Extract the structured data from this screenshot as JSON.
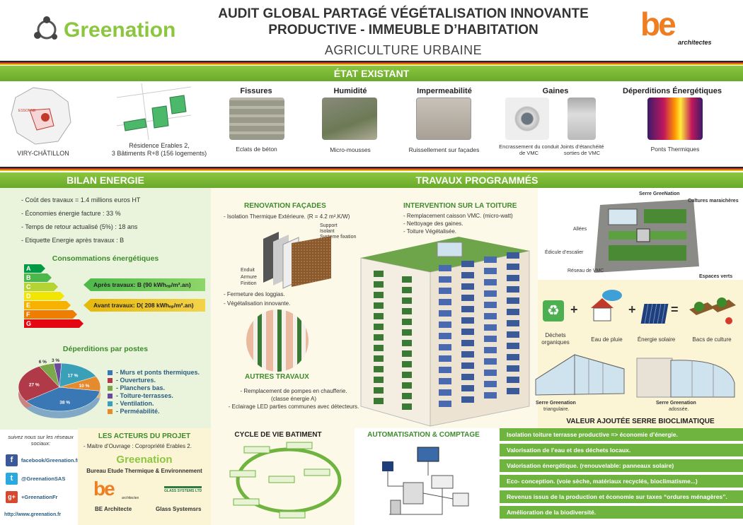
{
  "header": {
    "title_line1": "AUDIT GLOBAL PARTAGÉ VÉGÉTALISATION INNOVANTE",
    "title_line2": "PRODUCTIVE - IMMEUBLE D’HABITATION",
    "subtitle": "AGRICULTURE URBAINE",
    "left_logo": "Greenation",
    "right_logo_big": "be",
    "right_logo_small": "architectes"
  },
  "etat": {
    "title": "ÉTAT EXISTANT",
    "map_label": "VIRY-CHÂTILLON",
    "residence_line1": "Résidence Erables 2,",
    "residence_line2": "3 Bâtiments R+8 (156 logements)",
    "items": [
      {
        "title": "Fissures",
        "caption": "Eclats de béton"
      },
      {
        "title": "Humidité",
        "caption": "Micro-mousses"
      },
      {
        "title": "Impermeabilité",
        "caption": "Ruissellement sur façades"
      },
      {
        "title": "Gaines",
        "caption1": "Encrassement du conduit de VMC",
        "caption2": "Joints d’étanchéité sorties de VMC"
      },
      {
        "title": "Déperditions Énergétiques",
        "caption": "Ponts Thermiques"
      }
    ]
  },
  "bilan": {
    "title": "BILAN ENERGIE",
    "bullets": [
      "- Coût des travaux = 1.4 millions euros HT",
      "- Économies énergie facture : 33 %",
      "- Temps de retour actualisé (5%) : 18 ans",
      "- Etiquette Energie après travaux : B"
    ],
    "conso_title": "Consommations énergétiques",
    "letters": [
      "A",
      "B",
      "C",
      "D",
      "E",
      "F",
      "G"
    ],
    "letter_colors": [
      "#009a44",
      "#4cb849",
      "#b5d334",
      "#f2e500",
      "#f7b100",
      "#ef7d00",
      "#e30613"
    ],
    "apres": "Après travaux: B (90 kWhₑₚ/m².an)",
    "avant": "Avant travaux: D( 208 kWhₑₚ/m².an)",
    "deperd_title": "Déperditions par postes",
    "legend": [
      "Murs et ponts thermiques.",
      "Ouvertures.",
      "Planchers bas.",
      "Toiture-terrasses.",
      "Ventilation.",
      "Perméabilité."
    ]
  },
  "chart_data": {
    "type": "pie",
    "title": "Déperditions par postes",
    "categories": [
      "Murs et ponts thermiques.",
      "Ouvertures.",
      "Planchers bas.",
      "Toiture-terrasses.",
      "Ventilation.",
      "Perméabilité."
    ],
    "values": [
      38,
      27,
      6,
      3,
      17,
      10
    ],
    "value_labels": [
      "38 %",
      "27 %",
      "6 %",
      "3 %",
      "17 %",
      "10 %"
    ],
    "colors": [
      "#3a78b5",
      "#b03a48",
      "#7aa84a",
      "#6a4a9a",
      "#3aa0b8",
      "#e68a2e"
    ]
  },
  "travaux": {
    "title": "TRAVAUX PROGRAMMÉS",
    "renov": {
      "title": "RENOVATION FAÇADES",
      "line1": "- Isolation Thermique Extérieure. (R = 4.2 m².K/W)",
      "support": "Support",
      "isolant": "Isolant",
      "systeme": "Systeme fixation",
      "enduit": "Enduit",
      "armure": "Armure",
      "finition": "Finition",
      "line2": "- Fermeture des loggias.",
      "line3": "- Végétalisation innovante."
    },
    "toiture": {
      "title": "INTERVENTION SUR LA TOITURE",
      "lines": [
        "- Remplacement caisson VMC. (micro-watt)",
        "- Nettoyage des gaines.",
        "- Toiture Végétalisée."
      ]
    },
    "roof_labels": {
      "serre": "Serre GreeNation",
      "cultures": "Cultures maraichères",
      "allees": "Allées",
      "edicule": "Édicule d’escalier",
      "reseau": "Réseau de VMC",
      "espaces": "Espaces verts"
    },
    "autres": {
      "title": "AUTRES TRAVAUX",
      "line1": "- Remplacement de pompes en chaufferie.",
      "line2": "(classe énergie A)",
      "line3": "- Eclairage LED parties communes avec détecteurs."
    },
    "equation": {
      "plus": "+",
      "equals": "=",
      "items": [
        "Déchets organiques",
        "Eau de pluie",
        "Énergie solaire",
        "Bacs de culture"
      ]
    },
    "serres": {
      "s1_name": "Serre Greenation",
      "s1_type": "triangulaire.",
      "s2_name": "Serre Greenation",
      "s2_type": "adossée."
    }
  },
  "bottom": {
    "social_title": "suivez nous sur les réseaux sociaux:",
    "social": [
      {
        "icon": "f",
        "label": "facebook/Greenation.fr",
        "color": "#3b5998"
      },
      {
        "icon": "t",
        "label": "@GreenationSAS",
        "color": "#2aa9e0"
      },
      {
        "icon": "g+",
        "label": "+GreenationFr",
        "color": "#d6492f"
      }
    ],
    "website": "http://www.greenation.fr",
    "acteurs_title": "LES ACTEURS DU PROJET",
    "maitre": "- Maitre d’Ouvrage : Copropriété Erables 2.",
    "greenation": "Greenation",
    "bureau": "Bureau Etude Thermique & Environnement",
    "be_label": "BE Architecte",
    "glass_label": "Glass Systemsrs",
    "glass_logo": "GLASS SYSTEMS LTD",
    "cycle_title": "CYCLE DE VIE BATIMENT",
    "auto_title": "AUTOMATISATION & COMPTAGE",
    "valeur_title": "VALEUR AJOUTÉE SERRE BIOCLIMATIQUE",
    "valeur": [
      "Isolation toiture terrasse productive => économie d’énergie.",
      "Valorisation de l’eau et des déchets locaux.",
      "Valorisation énergétique. (renouvelable: panneaux solaire)",
      "Eco- conception. (voie sèche, matériaux recyclés, bioclimatisme...)",
      "Revenus issus de la production et économie sur taxes “ordures ménagères”.",
      "Amélioration de la biodiversité."
    ]
  }
}
